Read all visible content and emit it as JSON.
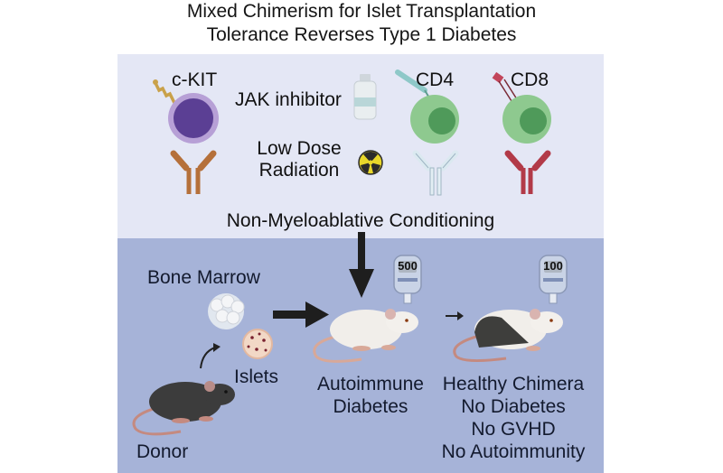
{
  "title": {
    "line1": "Mixed Chimerism for Islet Transplantation",
    "line2": "Tolerance Reverses Type 1 Diabetes"
  },
  "conditioning": {
    "heading": "Non-Myeloablative Conditioning",
    "targets": [
      {
        "label": "c-KIT",
        "cell_color": "#6a4fa0",
        "antibody_color": "#b5703a"
      },
      {
        "label": "CD4",
        "cell_color": "#6fb37a",
        "antibody_color": "#d8e6ee"
      },
      {
        "label": "CD8",
        "cell_color": "#6fb37a",
        "antibody_color": "#b23a48"
      }
    ],
    "treatments": [
      {
        "label": "JAK inhibitor",
        "icon": "vial-icon"
      },
      {
        "label_line1": "Low Dose",
        "label_line2": "Radiation",
        "icon": "radiation-icon"
      }
    ]
  },
  "transplant": {
    "bone_marrow_label": "Bone Marrow",
    "islets_label": "Islets",
    "donor_label": "Donor",
    "recipient": {
      "label_line1": "Autoimmune",
      "label_line2": "Diabetes",
      "glucose_reading": "500"
    },
    "outcome": {
      "lines": [
        "Healthy Chimera",
        "No Diabetes",
        "No GVHD",
        "No Autoimmunity"
      ],
      "glucose_reading": "100"
    }
  },
  "colors": {
    "top_panel": "#e4e7f5",
    "bottom_panel": "#a6b3d8",
    "arrow": "#1e1e1e"
  }
}
